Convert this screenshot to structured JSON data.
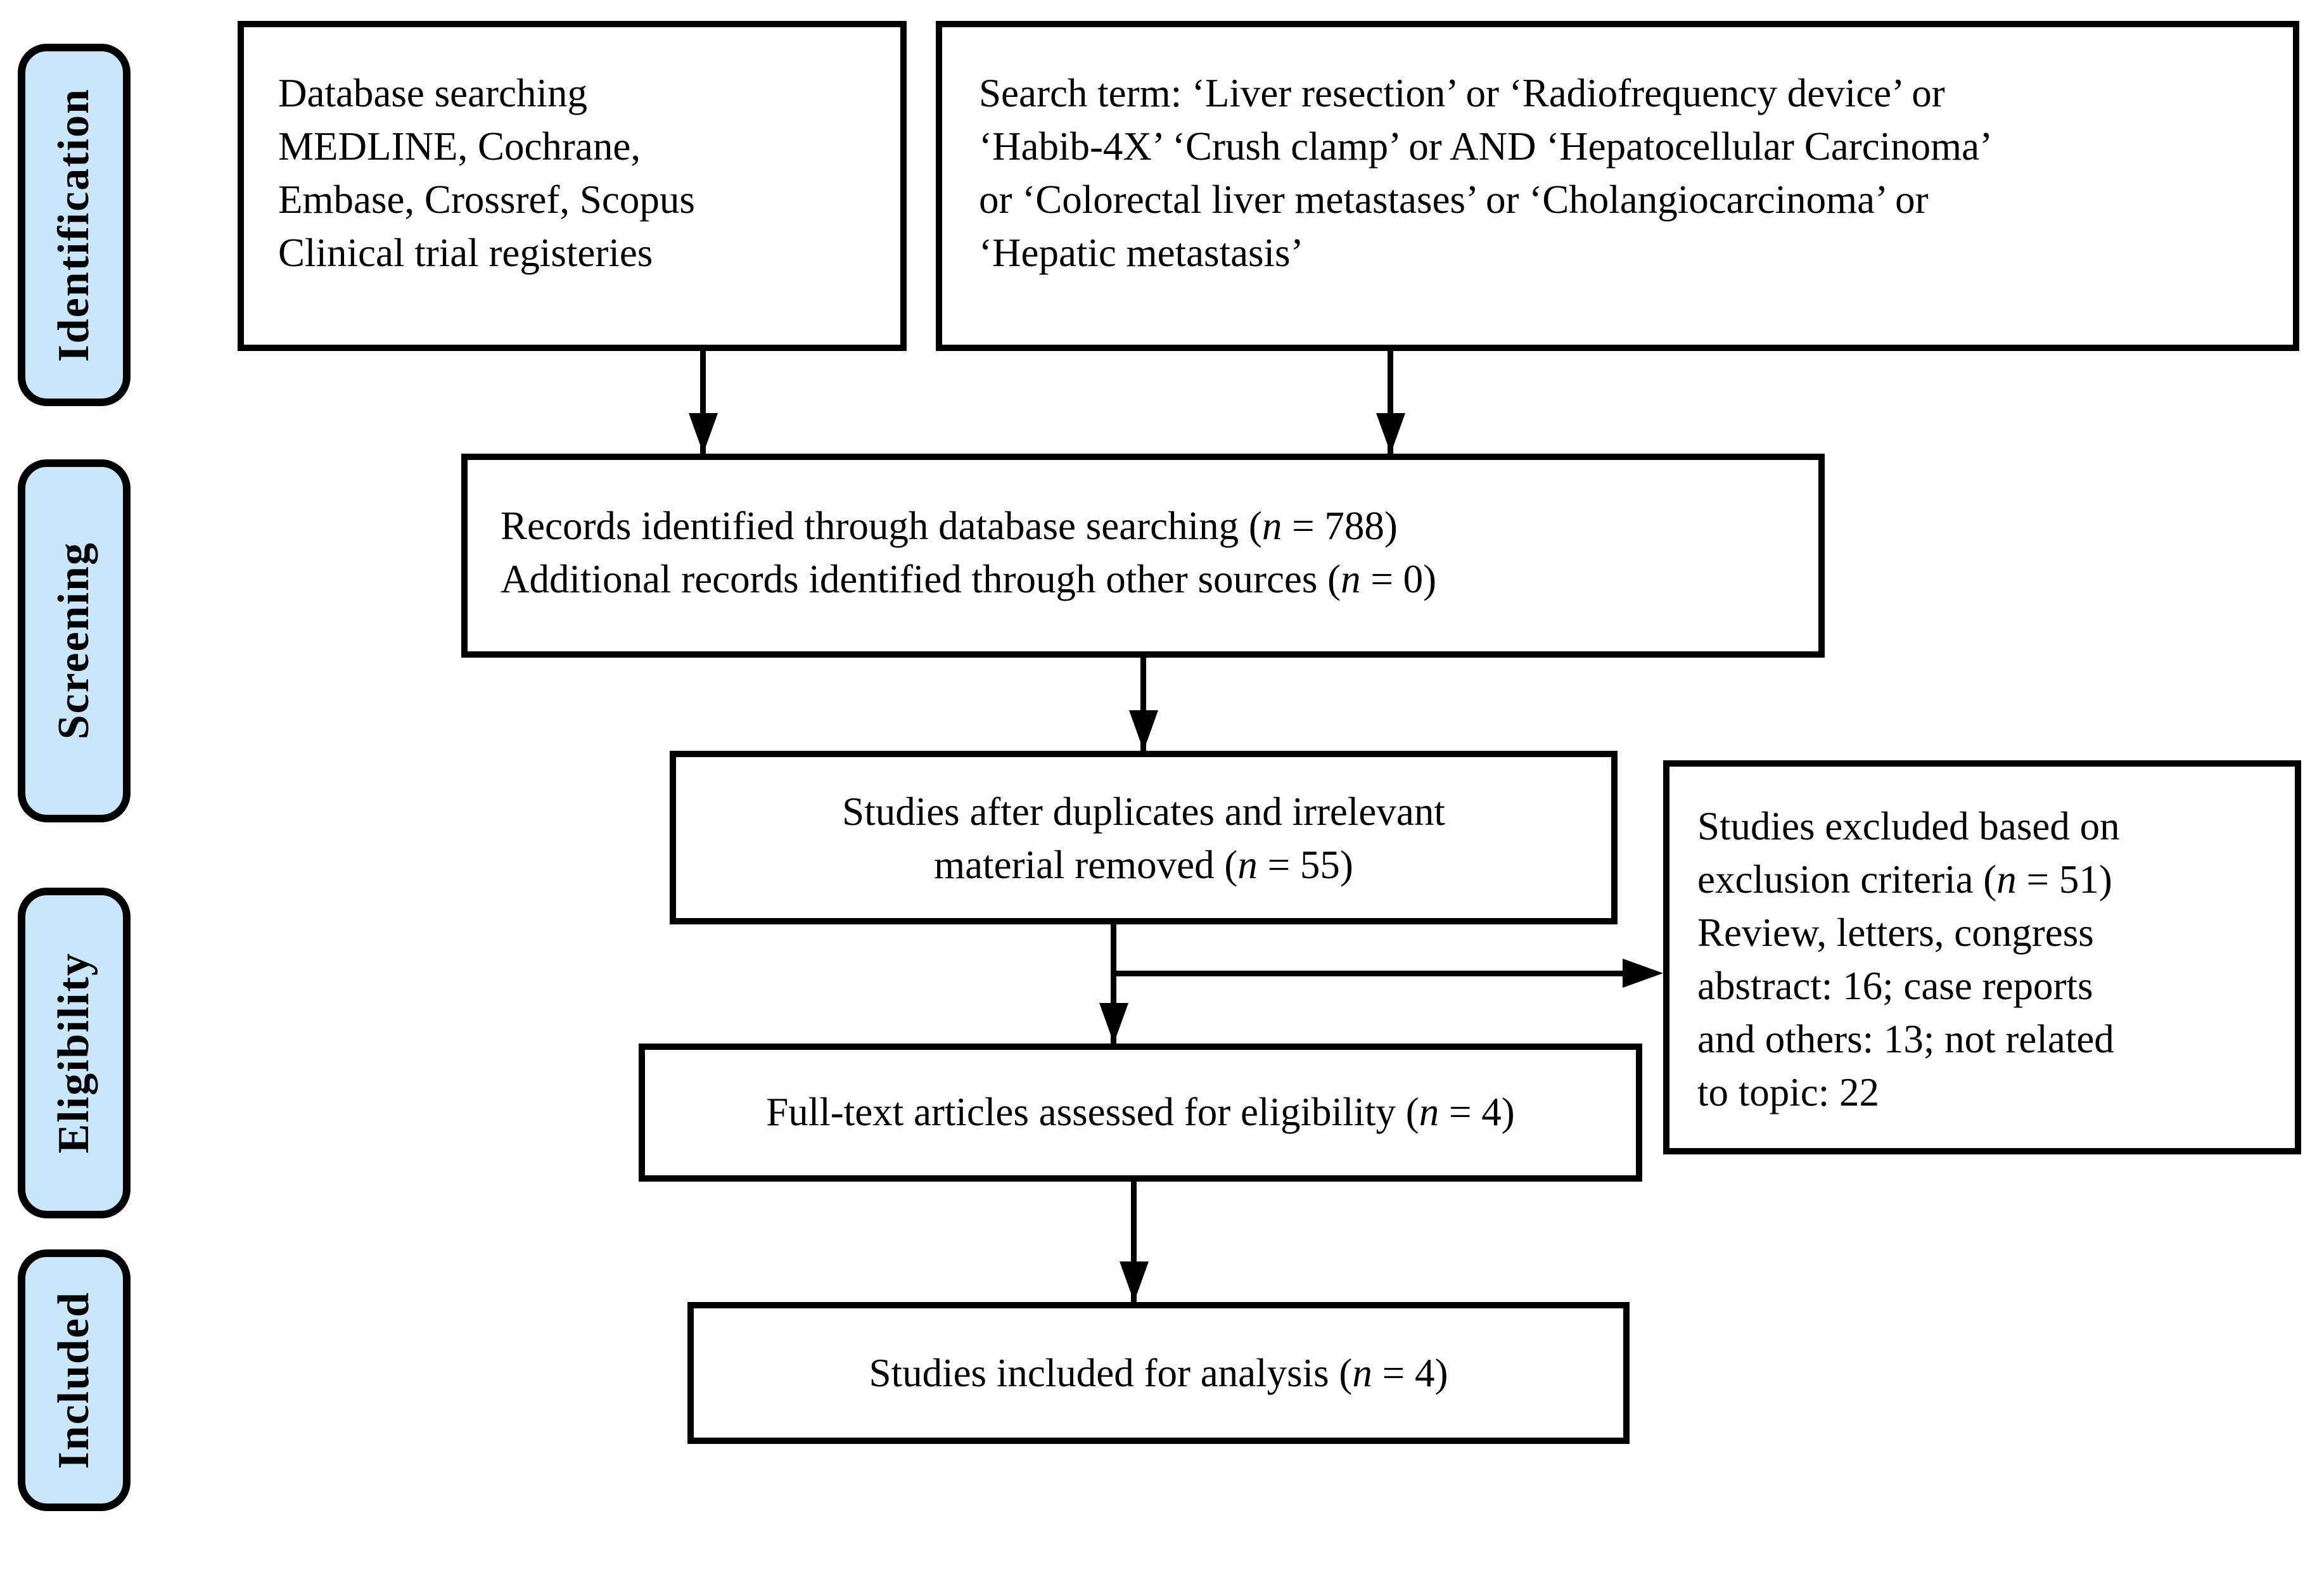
{
  "sidebar": {
    "fill_color": "#c8e7fa",
    "stages": [
      "Identification",
      "Screening",
      "Eligibility",
      "Included"
    ]
  },
  "boxes": {
    "sources": {
      "lines": [
        [
          {
            "t": "Database searching"
          }
        ],
        [
          {
            "t": "MEDLINE, Cochrane,"
          }
        ],
        [
          {
            "t": "Embase, Crossref,  Scopus"
          }
        ],
        [
          {
            "t": "Clinical trial registeries"
          }
        ]
      ]
    },
    "search_terms": {
      "lines": [
        [
          {
            "t": "Search term: ‘Liver resection’  or ‘Radiofrequency device’  or"
          }
        ],
        [
          {
            "t": "‘Habib-4X’ ‘Crush clamp’  or AND ‘Hepatocellular Carcinoma’"
          }
        ],
        [
          {
            "t": "or ‘Colorectal liver metastases’  or ‘Cholangiocarcinoma’   or"
          }
        ],
        [
          {
            "t": "‘Hepatic metastasis’"
          }
        ]
      ]
    },
    "records": {
      "lines": [
        [
          {
            "t": "Records identified through database searching ("
          },
          {
            "t": "n",
            "i": true
          },
          {
            "t": " = 788)"
          }
        ],
        [
          {
            "t": "Additional records identified through other sources ("
          },
          {
            "t": "n",
            "i": true
          },
          {
            "t": " = 0)"
          }
        ]
      ]
    },
    "duplicates": {
      "lines": [
        [
          {
            "t": "Studies after duplicates and irrelevant"
          }
        ],
        [
          {
            "t": "material removed ("
          },
          {
            "t": "n",
            "i": true
          },
          {
            "t": " = 55)"
          }
        ]
      ]
    },
    "excluded": {
      "lines": [
        [
          {
            "t": "Studies excluded based on"
          }
        ],
        [
          {
            "t": "exclusion criteria ("
          },
          {
            "t": "n",
            "i": true
          },
          {
            "t": " = 51)"
          }
        ],
        [
          {
            "t": "Review, letters, congress"
          }
        ],
        [
          {
            "t": "abstract: 16; case reports"
          }
        ],
        [
          {
            "t": "and others: 13; not related"
          }
        ],
        [
          {
            "t": "to topic: 22"
          }
        ]
      ]
    },
    "fulltext": {
      "lines": [
        [
          {
            "t": "Full-text articles assessed for eligibility  ("
          },
          {
            "t": "n",
            "i": true
          },
          {
            "t": " = 4)"
          }
        ]
      ]
    },
    "included_studies": {
      "lines": [
        [
          {
            "t": "Studies included for analysis ("
          },
          {
            "t": "n",
            "i": true
          },
          {
            "t": " = 4)"
          }
        ]
      ]
    }
  }
}
